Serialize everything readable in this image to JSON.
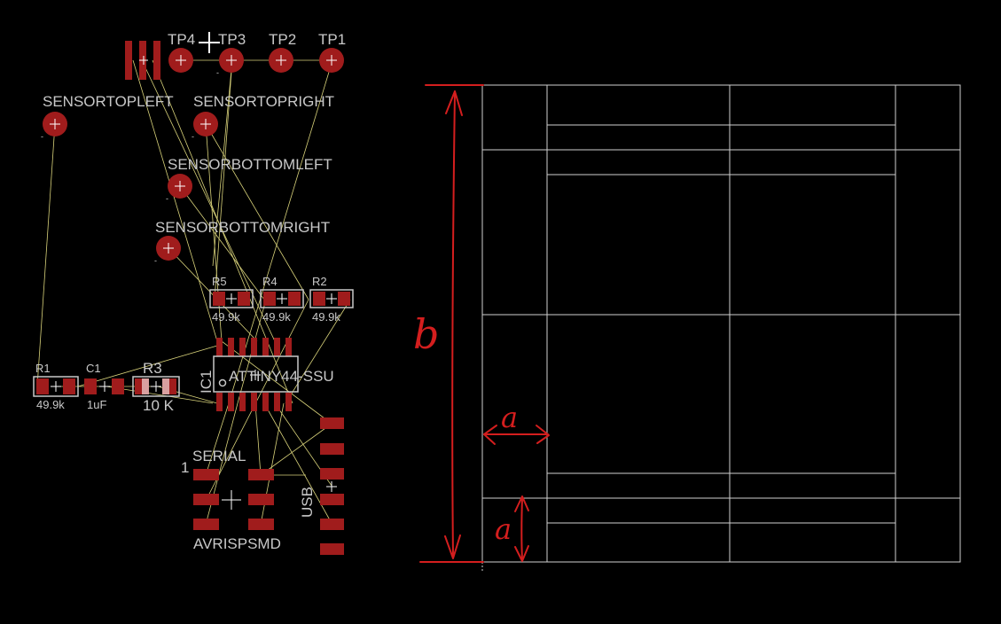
{
  "pcb": {
    "testpoints": [
      "TP4",
      "TP3",
      "TP2",
      "TP1"
    ],
    "sensors": {
      "top_left": "SENSORTOPLEFT",
      "top_right": "SENSORTOPRIGHT",
      "bottom_left": "SENSORBOTTOMLEFT",
      "bottom_right": "SENSORBOTTOMRIGHT"
    },
    "resistors_top": [
      {
        "name": "R5",
        "value": "49.9k"
      },
      {
        "name": "R4",
        "value": "49.9k"
      },
      {
        "name": "R2",
        "value": "49.9k"
      }
    ],
    "r1": {
      "name": "R1",
      "value": "49.9k"
    },
    "c1": {
      "name": "C1",
      "value": "1uF"
    },
    "r3": {
      "name": "R3",
      "value": "10 K"
    },
    "ic": {
      "ref": "IC1",
      "part": "ATTINY44-SSU"
    },
    "serial_label": "SERIAL",
    "pin1_label": "1",
    "avrisp_label": "AVRISPSMD",
    "usb_label": "USB",
    "pad_minus": "-"
  },
  "annotations": {
    "a_label": "a",
    "b_label": "b"
  },
  "colors": {
    "pad": "#a01c1c",
    "label": "#c8c8c8",
    "airwire": "#d8d27a",
    "ink": "#d41e1e",
    "grid": "#cfcfcf"
  }
}
